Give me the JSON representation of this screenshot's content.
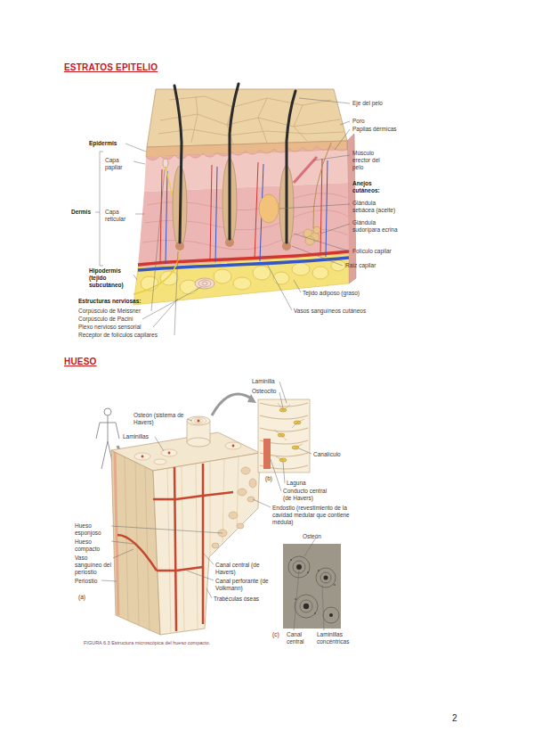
{
  "diagram": {
    "labels": [
      "ESTRATOS EPITELIO",
      "Eje del pelo",
      "Poro",
      "Papilas dérmicas",
      "Músculo erector del pelo",
      "Anejos cutáneos:",
      "Glándula sebácea (aceite)",
      "Glándula sudorípara ecrina",
      "Folículo capilar",
      "Raíz capilar",
      "Tejido adiposo (graso)",
      "Vasos sanguíneos cutáneos",
      "Epidermis",
      "Capa papilar",
      "Dermis",
      "Capa reticular",
      "Hipodermis (tejido subcutáneo)",
      "Estructuras nerviosas:",
      "Corpúsculo de Meissner",
      "Corpúsculo de Pacini",
      "Plexo nervioso sensorial",
      "Receptor de folículos capilares",
      "HUESO",
      "Laminilla",
      "Osteocito",
      "Osteón (sistema de Havers)",
      "Laminillas",
      "Canalículo",
      "(b)",
      "Laguna",
      "Conducto central (de Havers)",
      "Endostio (revestimiento de la cavidad medular que contiene médula)",
      "Hueso esponjoso",
      "Hueso compacto",
      "Vaso sanguíneo del periostio",
      "Periostio",
      "(a)",
      "Canal central (de Havers)",
      "Canal perforante (de Volkmann)",
      "Trabéculas óseas",
      "Osteón",
      "(c)",
      "Canal central",
      "Laminillas concéntricas",
      "FIGURA 6.3 Estructura microscópica del hueso compacto.",
      "2"
    ]
  }
}
